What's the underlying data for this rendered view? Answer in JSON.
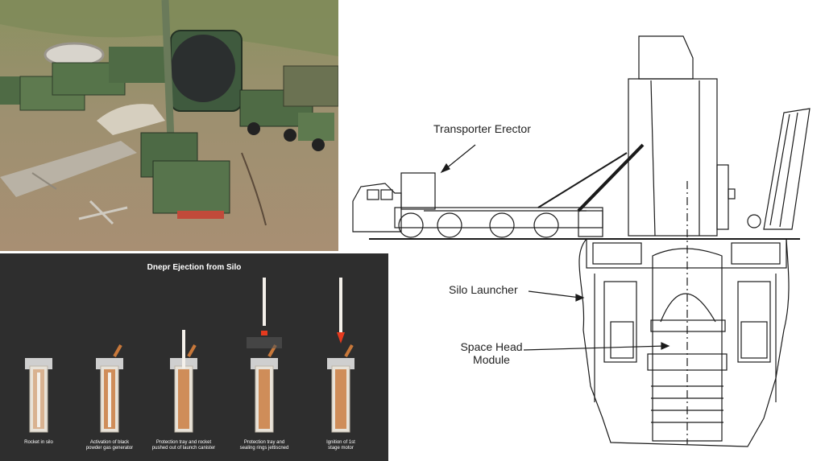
{
  "ejection_panel": {
    "title": "Dnepr Ejection from Silo",
    "stages": [
      {
        "caption_line1": "Rocket in silo",
        "caption_line2": ""
      },
      {
        "caption_line1": "Activation of black",
        "caption_line2": "powder gas generator"
      },
      {
        "caption_line1": "Protection tray and rocket",
        "caption_line2": "pushed out of launch canister"
      },
      {
        "caption_line1": "Protection tray and",
        "caption_line2": "sealing rings jettiscned"
      },
      {
        "caption_line1": "Ignition of 1st",
        "caption_line2": "stage motor"
      }
    ]
  },
  "schematic": {
    "labels": {
      "transporter_erector": "Transporter Erector",
      "silo_launcher": "Silo Launcher",
      "space_head_module_line1": "Space Head",
      "space_head_module_line2": "Module"
    }
  },
  "colors": {
    "panel_bg": "#2e2e2e",
    "canister_glow": "#c8783a",
    "flame": "#e63a1e",
    "grass": "#7f8b5a",
    "dirt": "#a88f73",
    "vehicle_green": "#4f6b45"
  }
}
